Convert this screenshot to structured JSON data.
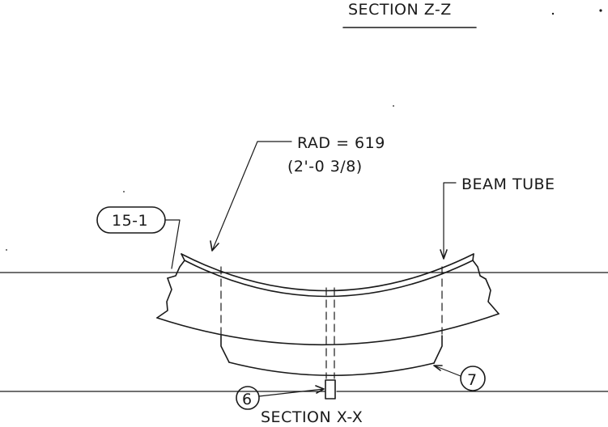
{
  "drawing": {
    "section_top": "SECTION Z-Z",
    "section_bottom": "SECTION X-X",
    "radius_label": "RAD = 619",
    "radius_imperial": "(2'-0 3/8)",
    "beam_label": "BEAM TUBE",
    "callouts": {
      "weld_detail": "15-1",
      "part_6": "6",
      "part_7": "7"
    }
  }
}
